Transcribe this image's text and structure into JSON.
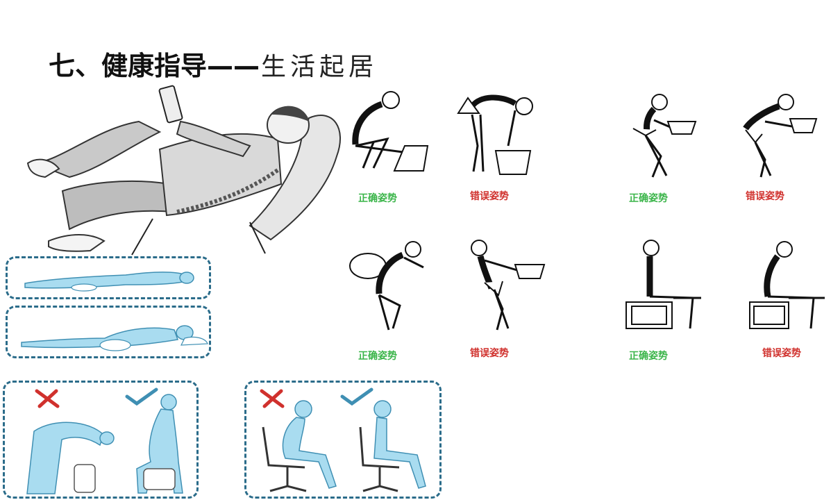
{
  "slide": {
    "title_main": "七、健康指导——",
    "title_sub": "生活起居"
  },
  "posture_labels": {
    "row1": [
      "正确姿势",
      "错误姿势",
      "正确姿势",
      "错误姿势"
    ],
    "row2": [
      "正确姿势",
      "错误姿势",
      "正确姿势",
      "错误姿势"
    ]
  },
  "colors": {
    "correct": "#3bb54a",
    "wrong": "#d0312d",
    "panel_border": "#2b6c8a",
    "figure_fill": "#a9dcf0",
    "figure_stroke": "#3f8fb3"
  }
}
